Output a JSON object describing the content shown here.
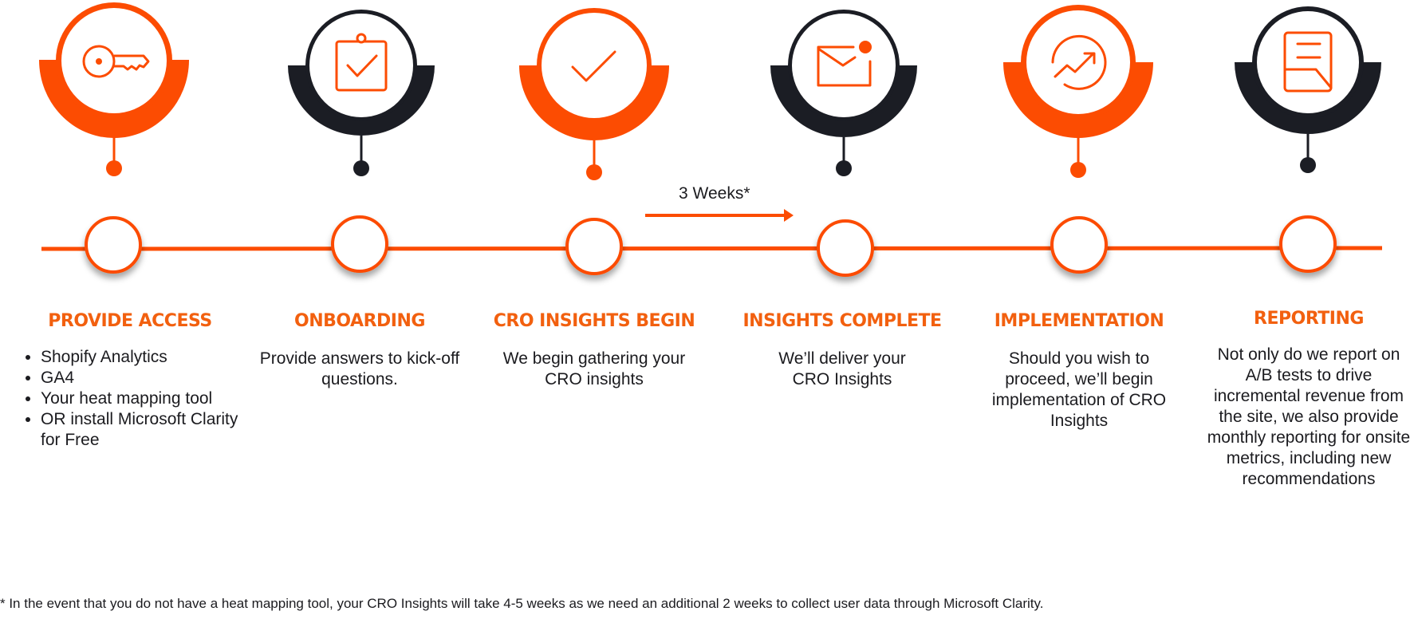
{
  "colors": {
    "orange": "#fc4c02",
    "dark": "#1b1d24",
    "title_orange": "#f2600f",
    "text": "#1b1b1f"
  },
  "steps": [
    {
      "id": "provide-access",
      "title": "PROVIDE ACCESS",
      "icon": "key-icon",
      "theme": "orange",
      "bullets": [
        "Shopify Analytics",
        "GA4",
        "Your heat mapping tool",
        "OR install Microsoft Clarity for Free"
      ]
    },
    {
      "id": "onboarding",
      "title": "ONBOARDING",
      "icon": "clipboard-check-icon",
      "theme": "dark",
      "description": "Provide answers to kick-off questions."
    },
    {
      "id": "cro-insights-begin",
      "title": "CRO INSIGHTS BEGIN",
      "icon": "checkmark-icon",
      "theme": "orange",
      "description": "We begin gathering your CRO insights"
    },
    {
      "id": "insights-complete",
      "title": "INSIGHTS COMPLETE",
      "icon": "mail-notification-icon",
      "theme": "dark",
      "description": "We’ll deliver your CRO Insights"
    },
    {
      "id": "implementation",
      "title": "IMPLEMENTATION",
      "icon": "growth-chart-icon",
      "theme": "orange",
      "description": "Should you wish to proceed, we’ll begin implementation of CRO Insights"
    },
    {
      "id": "reporting",
      "title": "REPORTING",
      "icon": "report-document-icon",
      "theme": "dark",
      "description": "Not only do we report on A/B tests to drive incremental revenue from the site, we also provide monthly reporting for onsite metrics, including new recommendations"
    }
  ],
  "duration": {
    "label": "3 Weeks*"
  },
  "footnote": "* In the event that you do not have a heat mapping tool, your CRO Insights will take 4-5 weeks as we need an additional 2 weeks to collect user data through Microsoft Clarity."
}
